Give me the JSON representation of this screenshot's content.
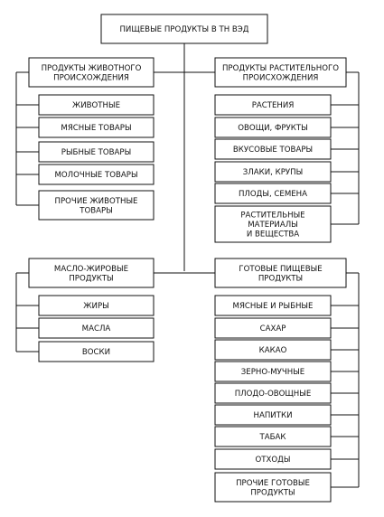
{
  "root": {
    "lines": [
      "ПИЩЕВЫЕ ПРОДУКТЫ В ТН ВЭД"
    ]
  },
  "groups": {
    "animal": {
      "header": [
        "ПРОДУКТЫ ЖИВОТНОГО",
        "ПРОИСХОЖДЕНИЯ"
      ],
      "items": [
        [
          "ЖИВОТНЫЕ"
        ],
        [
          "МЯСНЫЕ ТОВАРЫ"
        ],
        [
          "РЫБНЫЕ ТОВАРЫ"
        ],
        [
          "МОЛОЧНЫЕ ТОВАРЫ"
        ],
        [
          "ПРОЧИЕ ЖИВОТНЫЕ",
          "ТОВАРЫ"
        ]
      ]
    },
    "plant": {
      "header": [
        "ПРОДУКТЫ РАСТИТЕЛЬНОГО",
        "ПРОИСХОЖДЕНИЯ"
      ],
      "items": [
        [
          "РАСТЕНИЯ"
        ],
        [
          "ОВОЩИ, ФРУКТЫ"
        ],
        [
          "ВКУСОВЫЕ ТОВАРЫ"
        ],
        [
          "ЗЛАКИ, КРУПЫ"
        ],
        [
          "ПЛОДЫ, СЕМЕНА"
        ],
        [
          "РАСТИТЕЛЬНЫЕ",
          "МАТЕРИАЛЫ",
          "И ВЕЩЕСТВА"
        ]
      ]
    },
    "fat": {
      "header": [
        "МАСЛО-ЖИРОВЫЕ",
        "ПРОДУКТЫ"
      ],
      "items": [
        [
          "ЖИРЫ"
        ],
        [
          "МАСЛА"
        ],
        [
          "ВОСКИ"
        ]
      ]
    },
    "ready": {
      "header": [
        "ГОТОВЫЕ ПИЩЕВЫЕ",
        "ПРОДУКТЫ"
      ],
      "items": [
        [
          "МЯСНЫЕ И РЫБНЫЕ"
        ],
        [
          "САХАР"
        ],
        [
          "КАКАО"
        ],
        [
          "ЗЕРНО-МУЧНЫЕ"
        ],
        [
          "ПЛОДО-ОВОЩНЫЕ"
        ],
        [
          "НАПИТКИ"
        ],
        [
          "ТАБАК"
        ],
        [
          "ОТХОДЫ"
        ],
        [
          "ПРОЧИЕ ГОТОВЫЕ",
          "ПРОДУКТЫ"
        ]
      ]
    }
  }
}
